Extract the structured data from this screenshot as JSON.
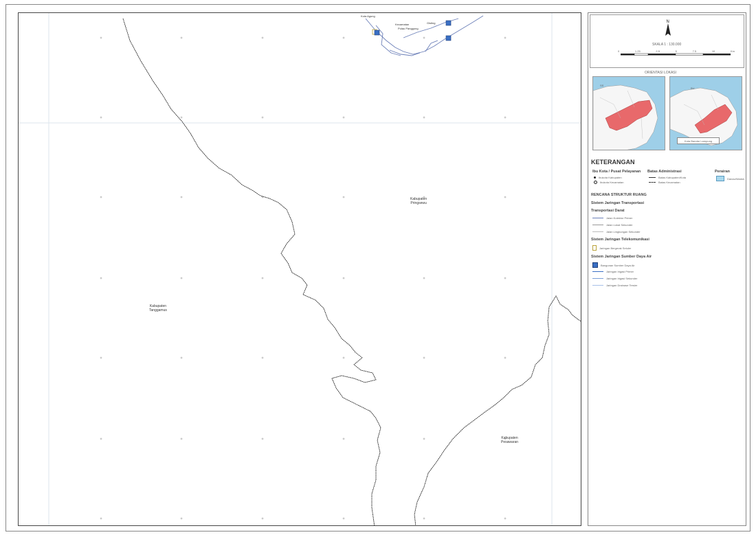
{
  "map": {
    "scale_label": "SKALA 1 : 130.000",
    "scale_ticks": [
      "0",
      "1.25",
      "2.5",
      "5",
      "7.5",
      "10",
      "Km"
    ],
    "inset_title": "ORIENTASI LOKASI",
    "inset_caption": "Kota Bandar Lampung",
    "inset_labels": [
      "SS",
      "BU"
    ],
    "colors": {
      "region": "#e8696b",
      "sea": "#9ecfe8",
      "boundary": "#333333",
      "road": "#6b7fb8",
      "water_body": "#a8d8ee"
    },
    "region_labels": [
      {
        "line1": "Kabupaten",
        "line2": "Pringsewu"
      },
      {
        "line1": "Kabupaten",
        "line2": "Tanggamus"
      },
      {
        "line1": "Kabupaten",
        "line2": "Pesawaran"
      }
    ],
    "top_labels": [
      "Kota Agung",
      "Kecamatan",
      "Pulau Panggung",
      "Gisting"
    ]
  },
  "legend": {
    "title": "KETERANGAN",
    "col1_title": "Ibu Kota / Pusat Pelayanan",
    "col1_items": [
      "Ibukota Kabupaten",
      "Ibukota Kecamatan"
    ],
    "col2_title": "Batas Administrasi",
    "col2_items": [
      "Batas Kabupaten/Kota",
      "Batas Kecamatan"
    ],
    "col3_title": "Perairan",
    "col3_items": [
      "Danau/Waduk"
    ],
    "plan_title": "RENCANA STRUKTUR RUANG",
    "transport_title": "Sistem Jaringan Transportasi",
    "road_title": "Transportasi Darat",
    "road_items": [
      "Jalan Kolektor Primer",
      "Jalan Lokal Sekunder",
      "Jalan Lingkungan Sekunder"
    ],
    "telecom_title": "Sistem Jaringan Telekomunikasi",
    "telecom_items": [
      "Jaringan Bergerak Seluler"
    ],
    "water_title": "Sistem Jaringan Sumber Daya Air",
    "water_items": [
      "Bangunan Sumber Daya Air",
      "Jaringan Irigasi Primer",
      "Jaringan Irigasi Sekunder",
      "Jaringan Drainase Tersier"
    ]
  }
}
